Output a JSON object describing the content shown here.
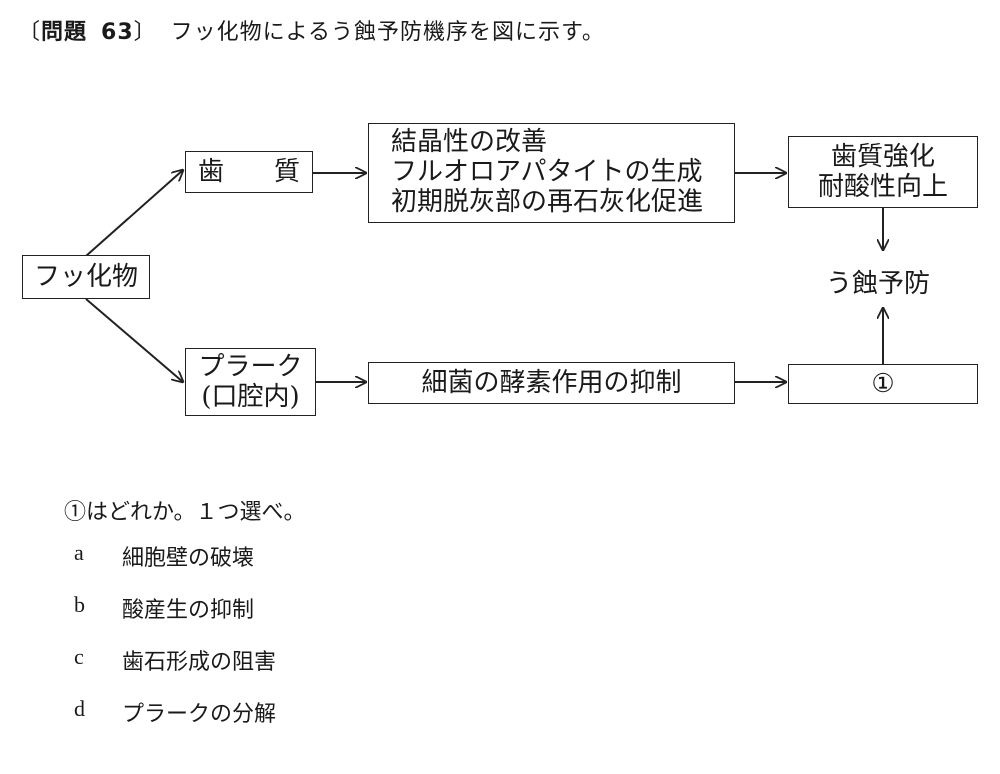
{
  "header": {
    "bracket_open": "〔",
    "label": "問題",
    "number": "63",
    "bracket_close": "〕",
    "text": "フッ化物によるう蝕予防機序を図に示す。"
  },
  "diagram": {
    "fluoride": "フッ化物",
    "tooth_left": "歯",
    "tooth_right": "質",
    "tooth_effects": [
      "結晶性の改善",
      "フルオロアパタイトの生成",
      "初期脱灰部の再石灰化促進"
    ],
    "tooth_result": [
      "歯質強化",
      "耐酸性向上"
    ],
    "caries_prevention": "う蝕予防",
    "plaque": [
      "プラーク",
      "(口腔内)"
    ],
    "plaque_effect": "細菌の酵素作用の抑制",
    "blank": "①"
  },
  "question": {
    "prompt": "①はどれか。１つ選べ。",
    "options": [
      {
        "letter": "a",
        "text": "細胞壁の破壊"
      },
      {
        "letter": "b",
        "text": "酸産生の抑制"
      },
      {
        "letter": "c",
        "text": "歯石形成の阻害"
      },
      {
        "letter": "d",
        "text": "プラークの分解"
      }
    ]
  }
}
